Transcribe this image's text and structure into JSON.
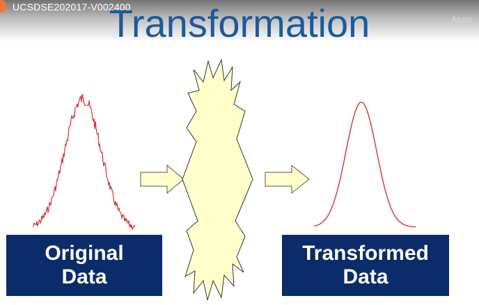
{
  "overlay": {
    "video_id": "UCSDSE202017-V002400",
    "assist_text": "Assis"
  },
  "slide": {
    "title": "Transformation",
    "left_label": {
      "line1": "Original",
      "line2": "Data"
    },
    "right_label": {
      "line1": "Transformed",
      "line2": "Data"
    }
  },
  "colors": {
    "title": "#1b5a9c",
    "label_box": "#0b2b6b",
    "curve": "#d4332a",
    "arrow_fill": "#ffffcc",
    "burst_fill": "#ffffcc"
  },
  "icons": {
    "arrow": "right-arrow-icon",
    "transform": "starburst-icon"
  }
}
